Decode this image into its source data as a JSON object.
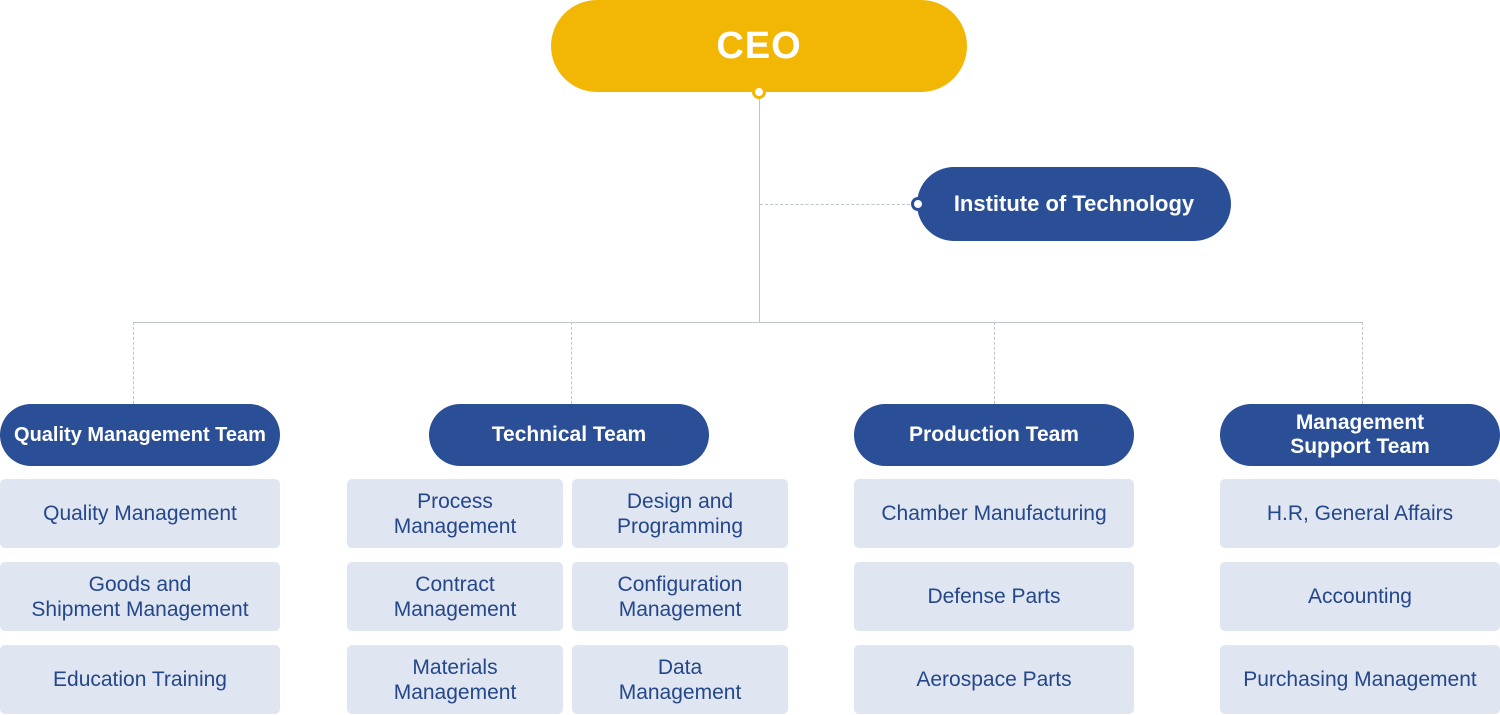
{
  "ceo": {
    "label": "CEO"
  },
  "institute": {
    "label": "Institute of Technology"
  },
  "teams": {
    "quality": {
      "label": "Quality Management Team",
      "items": [
        "Quality Management",
        "Goods and\nShipment Management",
        "Education Training"
      ]
    },
    "technical": {
      "label": "Technical Team",
      "items": [
        "Process\nManagement",
        "Design and\nProgramming",
        "Contract\nManagement",
        "Configuration\nManagement",
        "Materials\nManagement",
        "Data\nManagement"
      ]
    },
    "production": {
      "label": "Production Team",
      "items": [
        "Chamber Manufacturing",
        "Defense Parts",
        "Aerospace Parts"
      ]
    },
    "support": {
      "label": "Management\nSupport Team",
      "items": [
        "H.R, General Affairs",
        "Accounting",
        "Purchasing Management"
      ]
    }
  },
  "colors": {
    "ceo": "#f2b705",
    "team": "#2a4f96",
    "unit_bg": "#dfe5f1",
    "unit_text": "#24478a",
    "connector": "#bfc4cc"
  }
}
